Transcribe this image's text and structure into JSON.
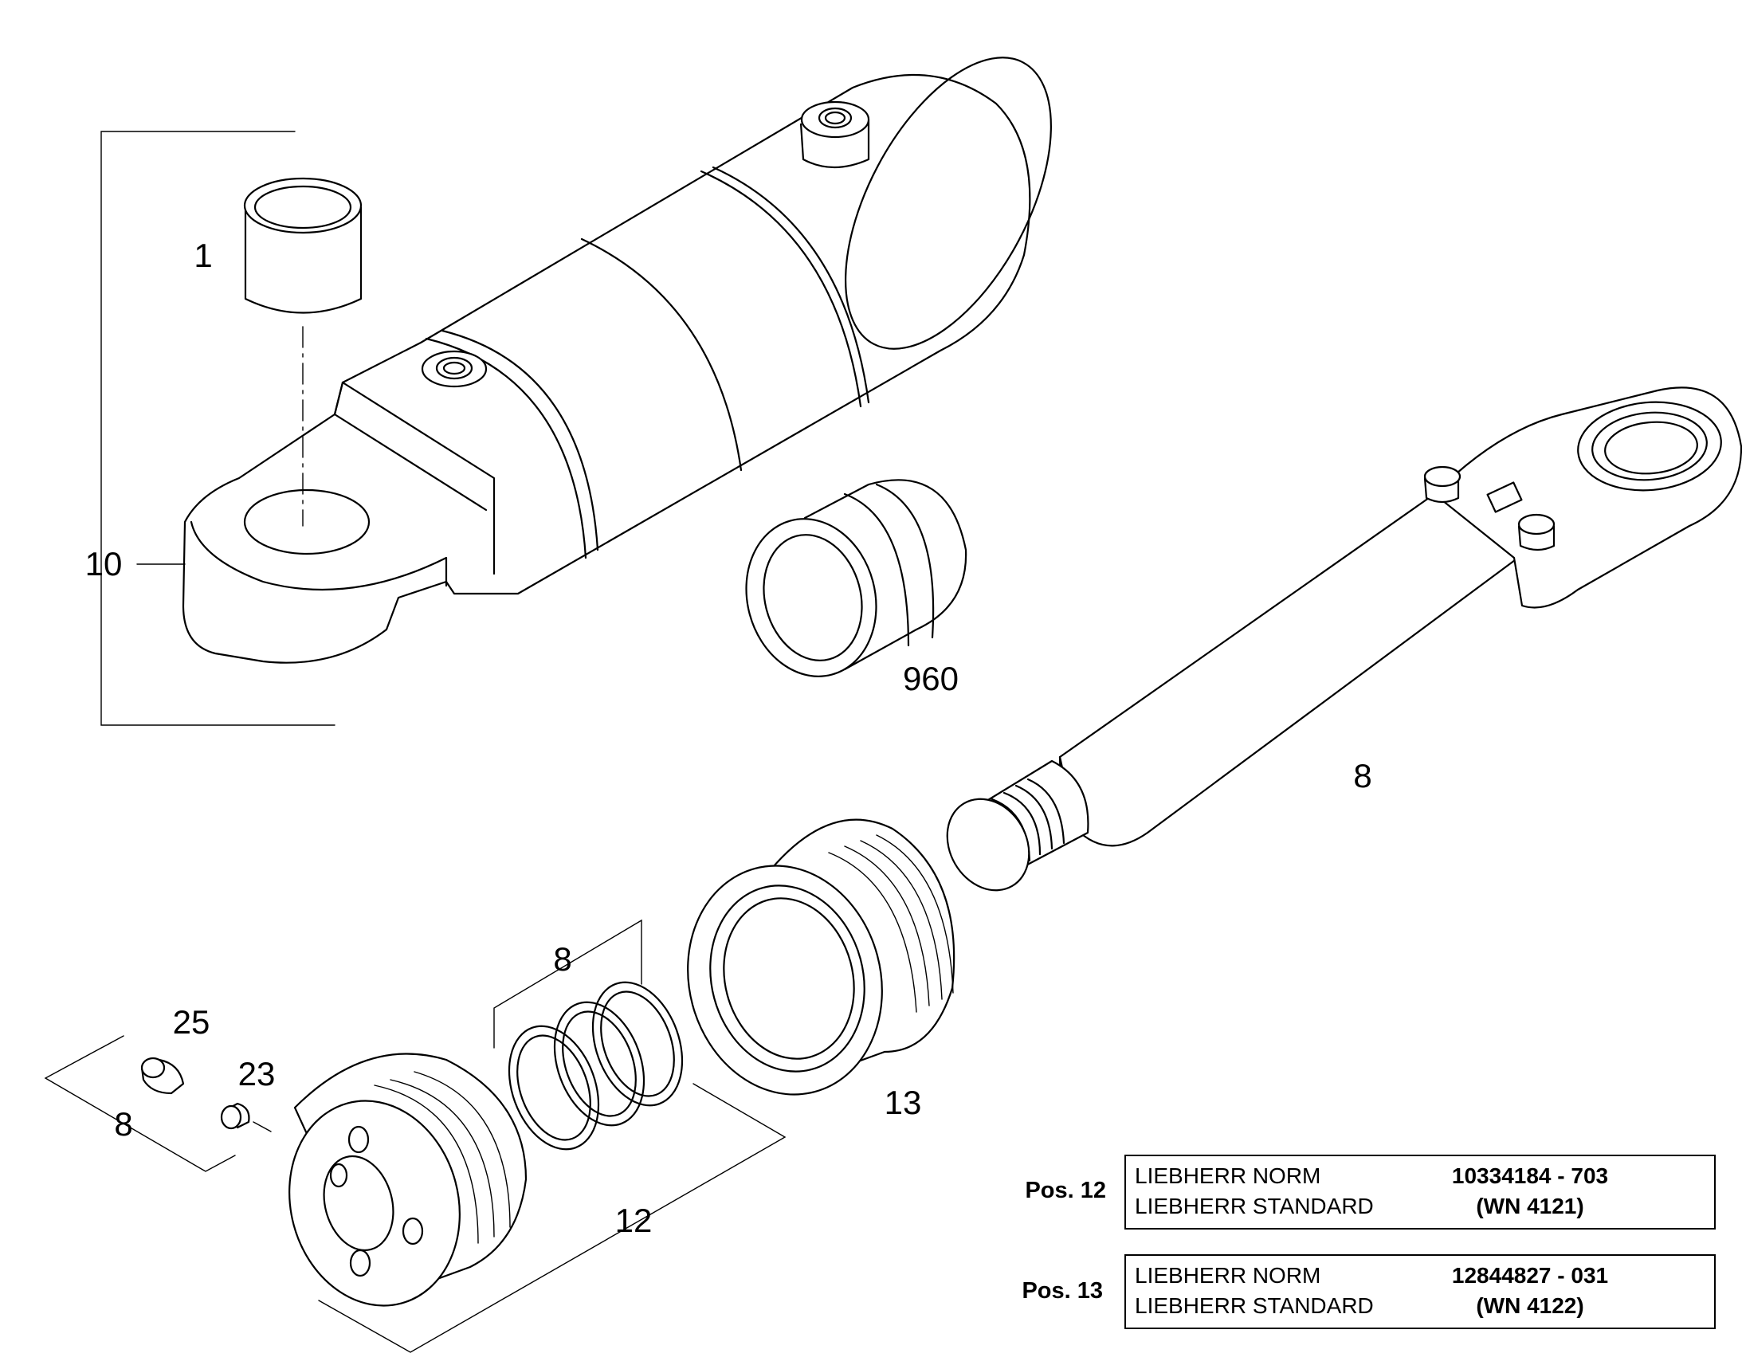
{
  "callouts": {
    "part_1": "1",
    "part_10": "10",
    "part_960": "960",
    "part_8_rod": "8",
    "part_8_rings": "8",
    "part_25": "25",
    "part_23": "23",
    "part_8_screws": "8",
    "part_12": "12",
    "part_13": "13"
  },
  "spec_tables": [
    {
      "pos_label": "Pos. 12",
      "norm_label": "LIEBHERR NORM",
      "norm_value": "10334184 - 703",
      "standard_label": "LIEBHERR STANDARD",
      "standard_value": "(WN 4121)"
    },
    {
      "pos_label": "Pos. 13",
      "norm_label": "LIEBHERR NORM",
      "norm_value": "12844827 - 031",
      "standard_label": "LIEBHERR STANDARD",
      "standard_value": "(WN 4122)"
    }
  ]
}
